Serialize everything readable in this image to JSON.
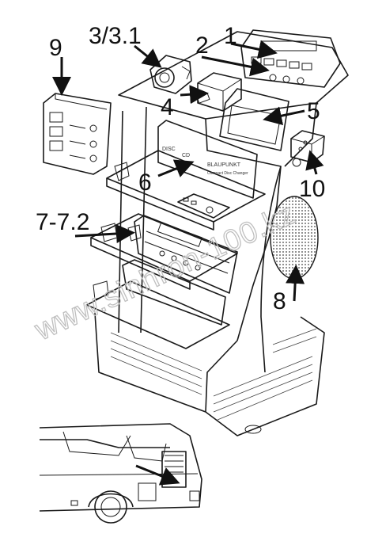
{
  "callouts": {
    "c1": "1",
    "c2": "2",
    "c3": "3/3.1",
    "c4": "4",
    "c5": "5",
    "c6": "6",
    "c7": "7-7.2",
    "c8": "8",
    "c9": "9",
    "c10": "10"
  },
  "panel_labels": {
    "disc": "DISC",
    "cd": "CD",
    "brand": "BLAUPUNKT",
    "brand_sub": "Compact Disc Changer"
  },
  "watermark": "www.sinhron-100.kz",
  "colors": {
    "ink": "#1a1a1a",
    "watermark": "#bfbfbf"
  }
}
